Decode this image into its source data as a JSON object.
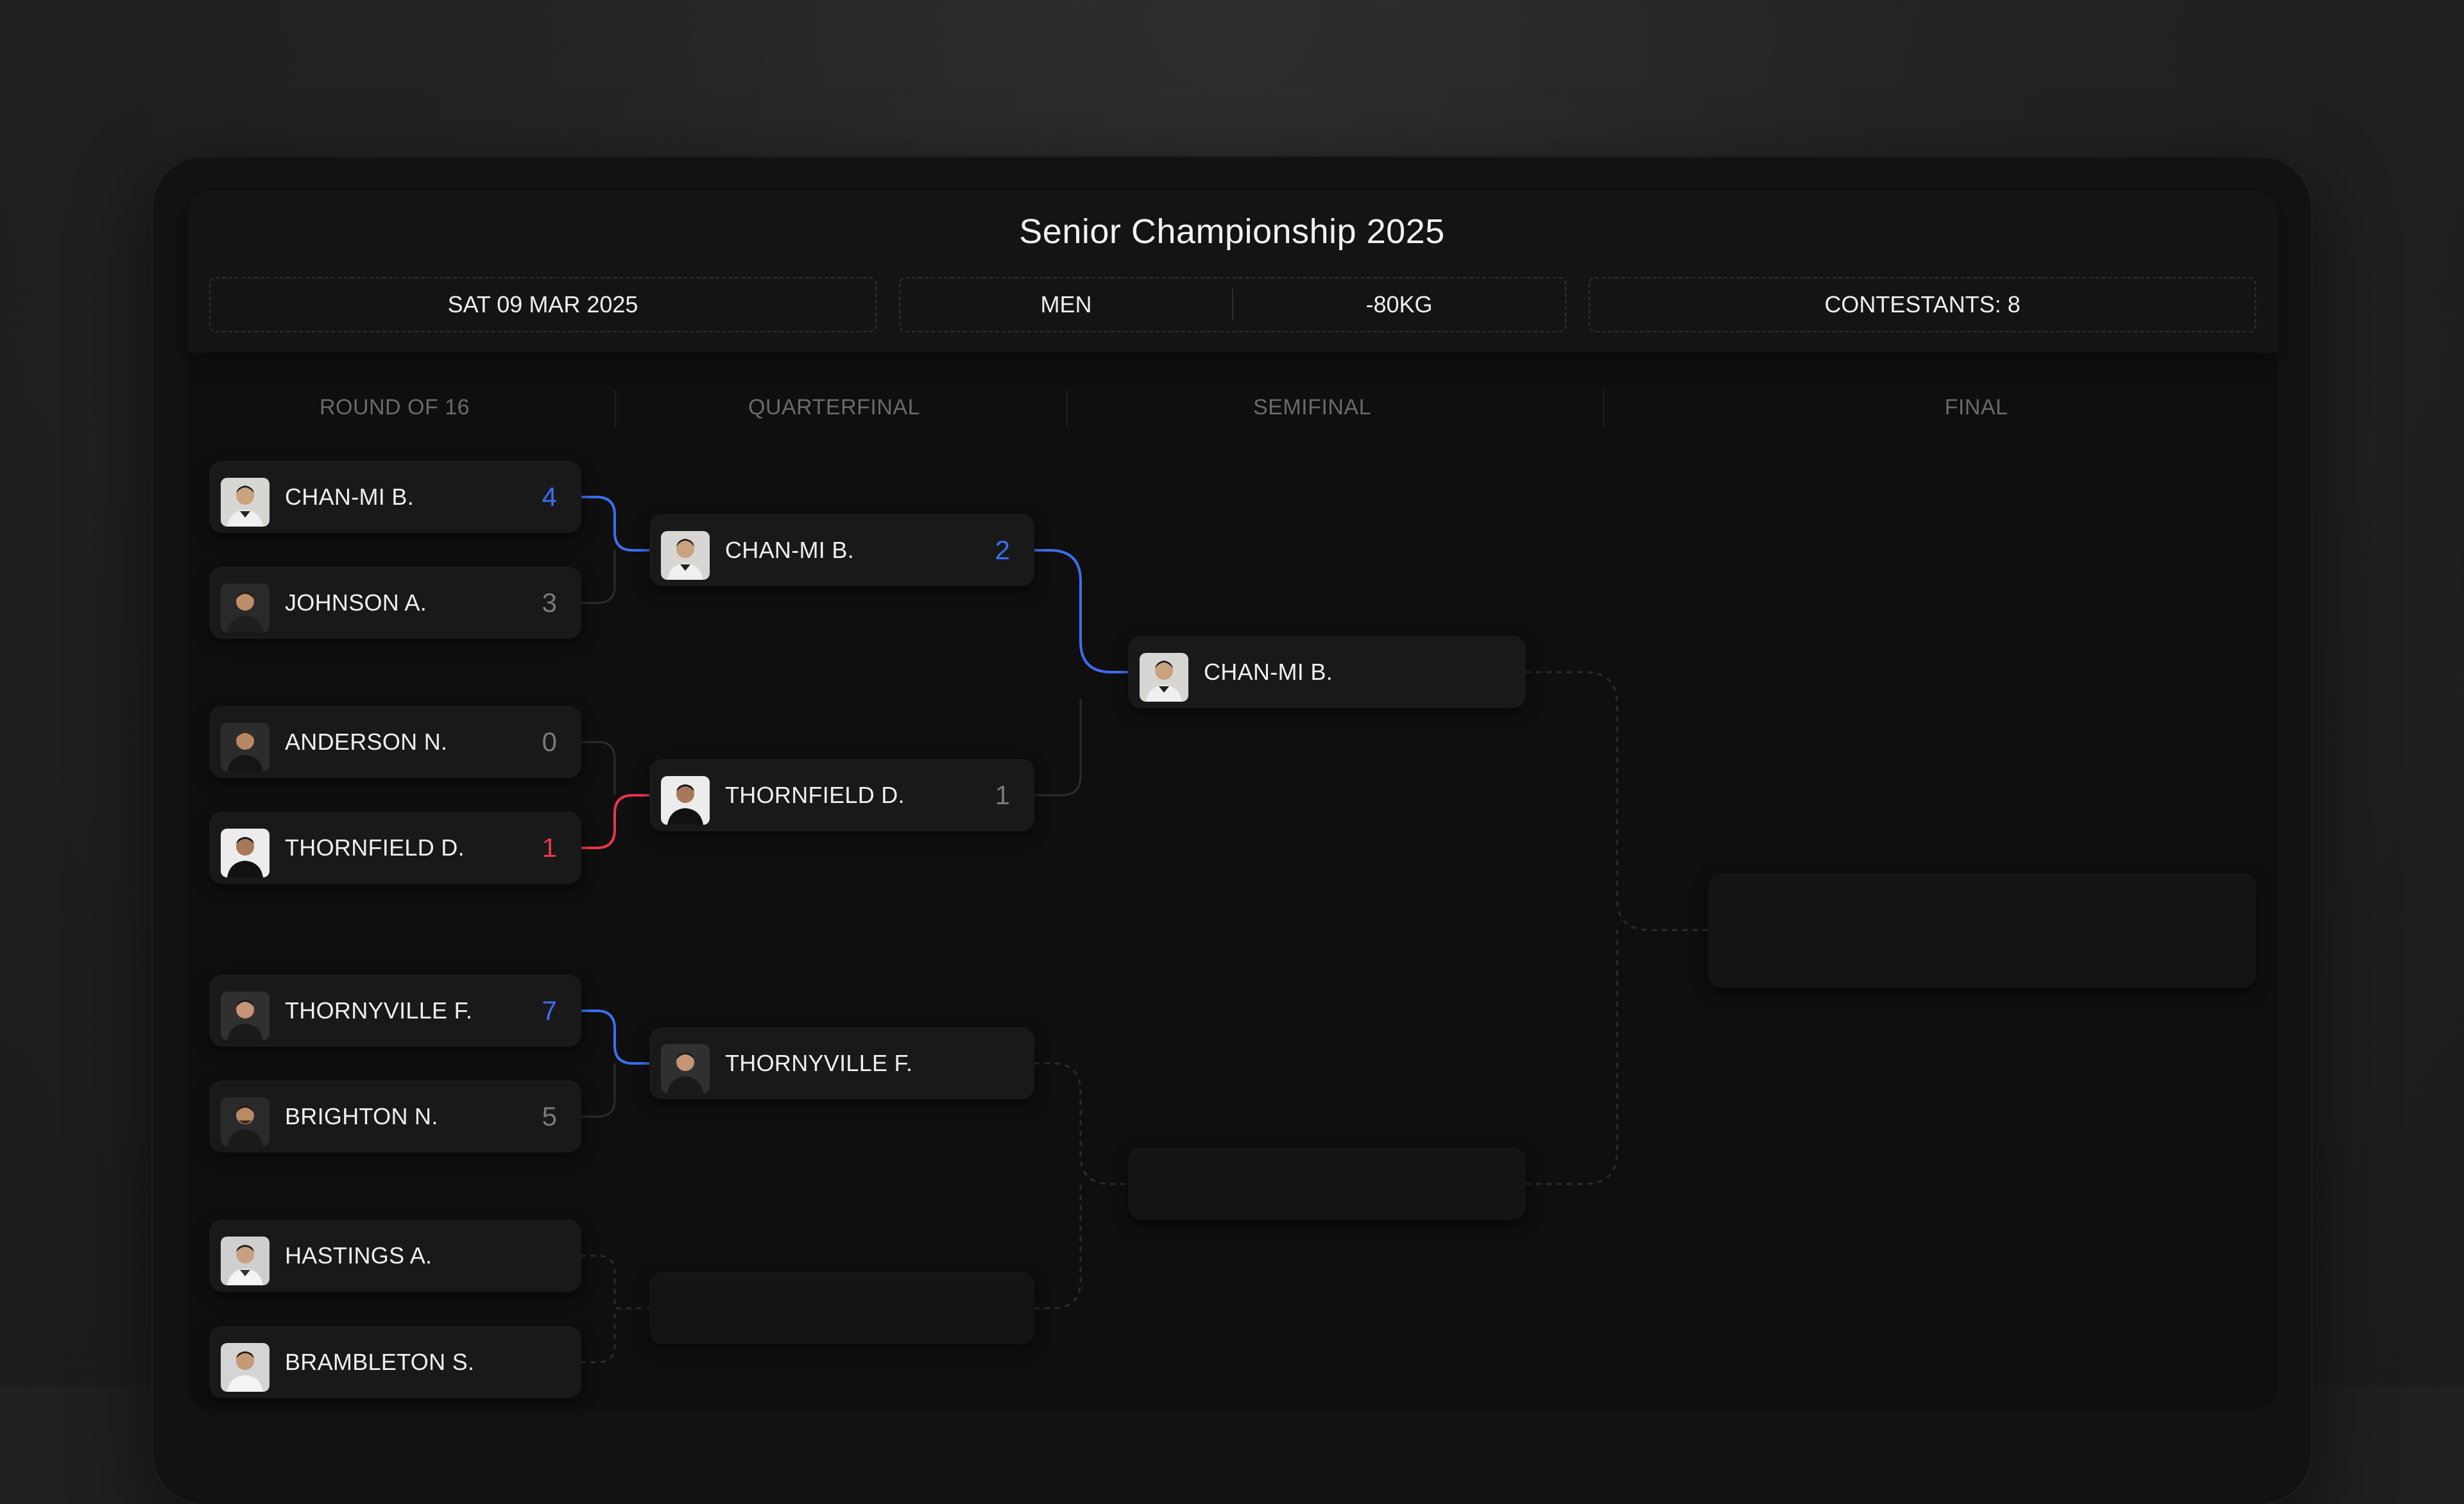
{
  "title": "Senior Championship 2025",
  "info": {
    "date": "SAT 09 MAR 2025",
    "gender": "MEN",
    "weight": "-80KG",
    "contestants": "CONTESTANTS: 8"
  },
  "rounds": [
    "ROUND OF 16",
    "QUARTERFINAL",
    "SEMIFINAL",
    "FINAL"
  ],
  "round_of_16": [
    {
      "name": "CHAN-MI B.",
      "score": "4",
      "result": "win"
    },
    {
      "name": "JOHNSON A.",
      "score": "3",
      "result": "loss"
    },
    {
      "name": "ANDERSON N.",
      "score": "0",
      "result": "loss"
    },
    {
      "name": "THORNFIELD D.",
      "score": "1",
      "result": "win-red"
    },
    {
      "name": "THORNYVILLE F.",
      "score": "7",
      "result": "win"
    },
    {
      "name": "BRIGHTON N.",
      "score": "5",
      "result": "loss"
    },
    {
      "name": "HASTINGS A.",
      "score": "",
      "result": "pending"
    },
    {
      "name": "BRAMBLETON S.",
      "score": "",
      "result": "pending"
    }
  ],
  "quarterfinal": [
    {
      "name": "CHAN-MI B.",
      "score": "2",
      "result": "win"
    },
    {
      "name": "THORNFIELD D.",
      "score": "1",
      "result": "loss"
    },
    {
      "name": "THORNYVILLE F.",
      "score": "",
      "result": "pending"
    },
    {
      "name": "",
      "score": "",
      "result": "empty"
    }
  ],
  "semifinal": [
    {
      "name": "CHAN-MI B.",
      "score": "",
      "result": "pending"
    },
    {
      "name": "",
      "score": "",
      "result": "empty"
    }
  ],
  "final": [
    {
      "name": "",
      "score": "",
      "result": "empty"
    }
  ],
  "colors": {
    "win": "#3b6ff0",
    "red": "#e8364f",
    "connector": "#2c2c2c"
  }
}
